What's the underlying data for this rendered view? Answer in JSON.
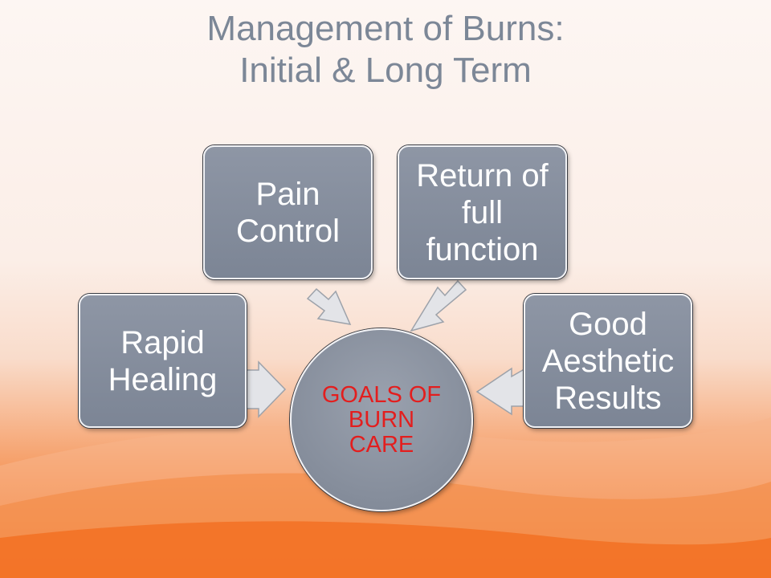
{
  "slide": {
    "title_line1": "Management of Burns:",
    "title_line2": "Initial & Long Term"
  },
  "diagram": {
    "center": {
      "label": "GOALS OF BURN CARE",
      "color": "#e31e1e"
    },
    "nodes": [
      {
        "label": "Rapid Healing"
      },
      {
        "label": "Pain Control"
      },
      {
        "label": "Return of full function"
      },
      {
        "label": "Good Aesthetic Results"
      }
    ]
  },
  "colors": {
    "title": "#7c8797",
    "box_fill": "#858d9b",
    "arrow_fill": "#e3e4e8",
    "background_bottom": "#f26a1a"
  }
}
